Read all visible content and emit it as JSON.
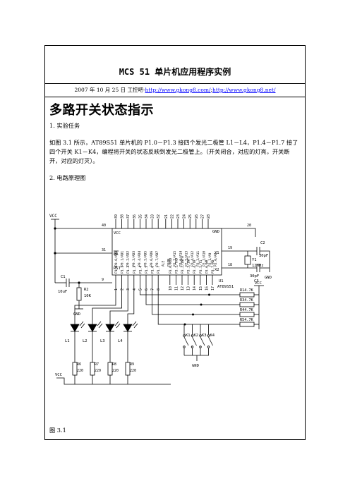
{
  "header": {
    "title": "MCS 51 单片机应用程序实例",
    "date_site": "2007 年 10 月 25 日  工控吧-",
    "url1": "http://www.gkong8.com/",
    "sep": ";",
    "url2": "http://www.gkong8.net/"
  },
  "article": {
    "heading": "多路开关状态指示",
    "section1": "1.  实验任务",
    "body": "如图 3.1 所示，AT89S51 单片机的 P1.0－P1.3 接四个发光二极管 L1－L4，P1.4－P1.7 接了四个开关 K1－K4，编程将开关的状态反映到发光二极管上。（开关闭合，对应的灯亮，开关断开，对应的灯灭）。",
    "section2": "2.  电路原理图",
    "caption": "图 3.1"
  },
  "schematic": {
    "vcc": "VCC",
    "gnd": "GND",
    "chip_name": "AT89S51",
    "chip_ref": "U1",
    "pin40": "40",
    "pin31": "31",
    "pin9": "9",
    "pin20": "20",
    "pin19": "19",
    "pin18": "18",
    "vcc_pin": "VCC",
    "ea": "EA",
    "rst": "RST",
    "gnd_pin": "GND",
    "x1": "X1",
    "x2": "X2",
    "c1": "C1",
    "c1_val": "10uF",
    "r2": "R2",
    "r2_val": "10K",
    "c2": "C2",
    "c2_val": "30pF",
    "c3": "C3",
    "c3_val": "30pF",
    "y1": "Y1",
    "y1_val": "12MHz",
    "top_pins": [
      "39",
      "38",
      "37",
      "36",
      "35",
      "34",
      "33",
      "32",
      "21",
      "22",
      "23",
      "24",
      "25",
      "26",
      "27",
      "28"
    ],
    "top_labels": [
      "P0.0/AD0",
      "P0.1/AD1",
      "P0.2/AD2",
      "P0.3/AD3",
      "P0.4/AD4",
      "P0.5/AD5",
      "P0.6/AD6",
      "P0.7/AD7",
      "ALE",
      "PSEN",
      "P2.7/A15",
      "P2.6/A14",
      "P2.5/A13",
      "P2.4/A12",
      "P2.3/A11",
      "P2.2/A10",
      "P2.1/A9",
      "P2.0/A8"
    ],
    "bottom_labels": [
      "P1.0",
      "P1.1",
      "P1.2",
      "P1.3",
      "P1.4",
      "P1.5",
      "P1.6",
      "P1.7",
      "P3.0/RXD",
      "P3.1/TXD",
      "P3.2/INT0",
      "P3.3/INT1",
      "P3.4/T0",
      "P3.5/T1",
      "P3.6/WR",
      "P3.7/RD"
    ],
    "bottom_pins": [
      "1",
      "2",
      "3",
      "4",
      "5",
      "6",
      "7",
      "8",
      "10",
      "11",
      "12",
      "13",
      "14",
      "15",
      "16",
      "17"
    ],
    "pullups": [
      {
        "ref": "R1",
        "val": "4.7K"
      },
      {
        "ref": "R3",
        "val": "4.7K"
      },
      {
        "ref": "R4",
        "val": "4.7K"
      },
      {
        "ref": "R5",
        "val": "4.7K"
      }
    ],
    "switches": [
      "K1",
      "K2",
      "K3",
      "K4"
    ],
    "leds": [
      "L1",
      "L2",
      "L3",
      "L4"
    ],
    "led_res": [
      {
        "ref": "R6",
        "val": "220"
      },
      {
        "ref": "R7",
        "val": "220"
      },
      {
        "ref": "R8",
        "val": "220"
      },
      {
        "ref": "R9",
        "val": "220"
      }
    ]
  }
}
